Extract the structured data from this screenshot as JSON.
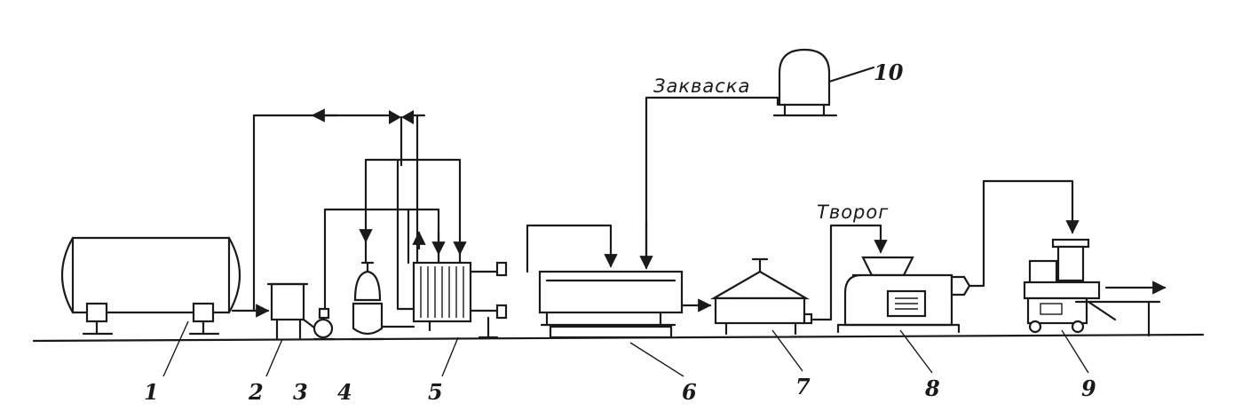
{
  "labels": {
    "starter": "Закваска",
    "curd": "Творог"
  },
  "items": [
    {
      "id": "1"
    },
    {
      "id": "2"
    },
    {
      "id": "3"
    },
    {
      "id": "4"
    },
    {
      "id": "5"
    },
    {
      "id": "6"
    },
    {
      "id": "7"
    },
    {
      "id": "8"
    },
    {
      "id": "9"
    },
    {
      "id": "10"
    }
  ]
}
